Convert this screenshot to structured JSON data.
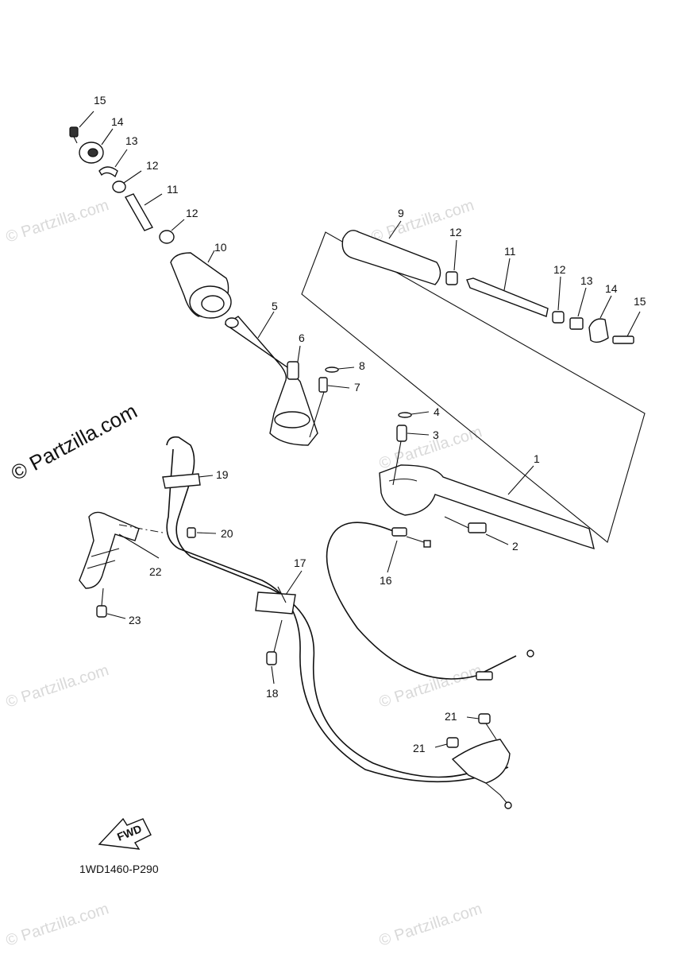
{
  "diagram": {
    "code": "1WD1460-P290",
    "fwd_label": "FWD",
    "watermark": "© Partzilla.com",
    "watermark_main": "© Partzilla.com",
    "callouts": {
      "c1": "1",
      "c2": "2",
      "c3": "3",
      "c4": "4",
      "c5": "5",
      "c6": "6",
      "c7": "7",
      "c8": "8",
      "c9": "9",
      "c10": "10",
      "c11a": "11",
      "c11b": "11",
      "c12a": "12",
      "c12b": "12",
      "c12c": "12",
      "c12d": "12",
      "c13a": "13",
      "c13b": "13",
      "c14a": "14",
      "c14b": "14",
      "c15a": "15",
      "c15b": "15",
      "c16": "16",
      "c17": "17",
      "c18": "18",
      "c19": "19",
      "c20": "20",
      "c21a": "21",
      "c21b": "21",
      "c22": "22",
      "c23": "23"
    }
  }
}
